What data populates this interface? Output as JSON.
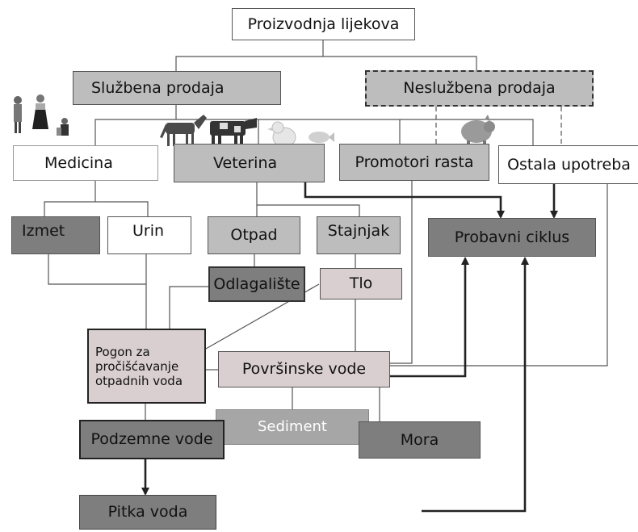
{
  "nodes": {
    "proizvodnja": "Proizvodnja lijekova",
    "sluzbena": "Službena prodaja",
    "nesluzbena": "Neslužbena prodaja",
    "medicina": "Medicina",
    "veterina": "Veterina",
    "promotori": "Promotori rasta",
    "ostala": "Ostala upotreba",
    "izmet": "Izmet",
    "urin": "Urin",
    "otpad": "Otpad",
    "stajnjak": "Stajnjak",
    "probavni": "Probavni ciklus",
    "odlagaliste": "Odlagalište",
    "tlo": "Tlo",
    "pogon": "Pogon za pročišćavanje otpadnih voda",
    "povrsinske": "Površinske vode",
    "sediment": "Sediment",
    "mora": "Mora",
    "podzemne": "Podzemne vode",
    "pitka": "Pitka voda"
  },
  "illustrations": [
    "people-figure",
    "horse-figure",
    "cow-figure",
    "chick-figure",
    "fish-figure",
    "pig-figure"
  ],
  "colors": {
    "white": "#ffffff",
    "light_gray": "#bdbdbd",
    "pinkish": "#d9cfd0",
    "mid_gray": "#a6a6a6",
    "dark_gray": "#7e7e7e",
    "line": "#555555",
    "arrow": "#222222"
  }
}
